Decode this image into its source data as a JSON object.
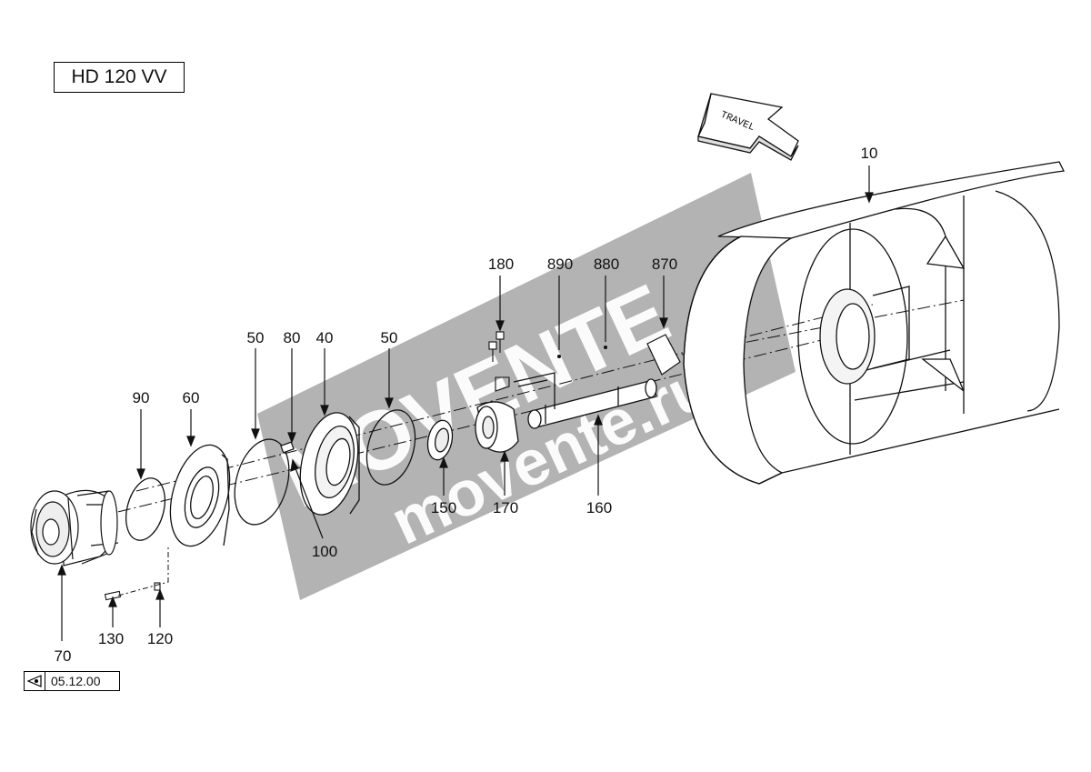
{
  "model": "HD 120 VV",
  "reference": {
    "text": "05.12.00",
    "icon": "page-reference-icon"
  },
  "watermark": {
    "text1": "MOVENTE",
    "text2": "movente.ru",
    "color": "#9a9a9a"
  },
  "part_callouts": [
    "10",
    "40",
    "50",
    "50",
    "60",
    "70",
    "80",
    "90",
    "100",
    "120",
    "130",
    "150",
    "160",
    "170",
    "180",
    "870",
    "880",
    "890"
  ],
  "callouts": {
    "c10": "10",
    "c180": "180",
    "c890": "890",
    "c880": "880",
    "c870": "870",
    "c50a": "50",
    "c80": "80",
    "c40": "40",
    "c50b": "50",
    "c90": "90",
    "c60": "60",
    "c150": "150",
    "c170": "170",
    "c160": "160",
    "c100": "100",
    "c130": "130",
    "c120": "120",
    "c70": "70"
  },
  "colors": {
    "line": "#111111",
    "watermark_fill": "#9a9a9a"
  }
}
